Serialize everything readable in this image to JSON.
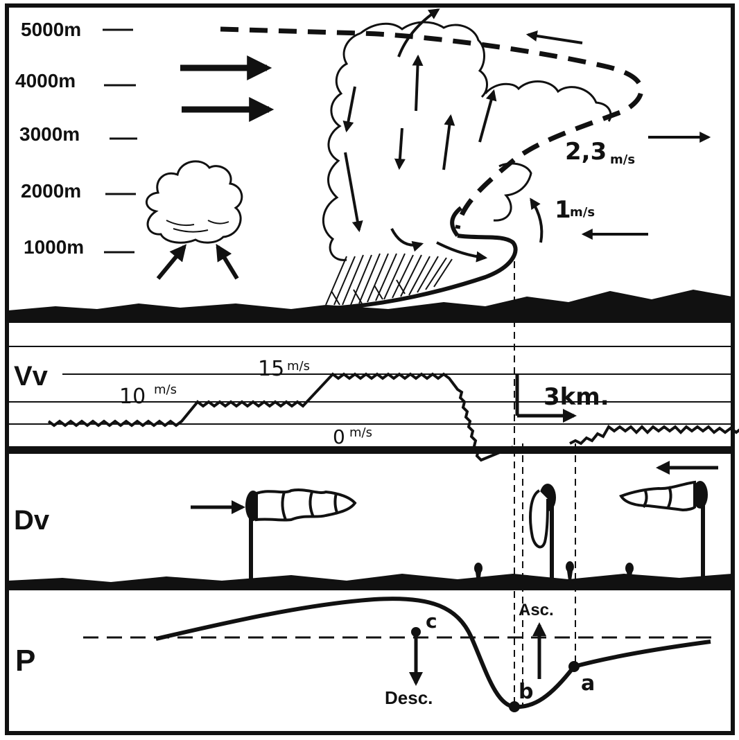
{
  "colors": {
    "ink": "#111111",
    "paper": "#ffffff"
  },
  "altitudes": {
    "a5000": "5000m",
    "a4000": "4000m",
    "a3000": "3000m",
    "a2000": "2000m",
    "a1000": "1000m"
  },
  "speeds": {
    "updraft": "2,3",
    "updraft_unit": "m/s",
    "inflow": "1",
    "inflow_unit": "m/s"
  },
  "wind_speed": {
    "label": "Vv",
    "v10": "10",
    "v10_unit": "m/s",
    "v15": "15",
    "v15_unit": "m/s",
    "v0": "0",
    "v0_unit": "m/s",
    "distance": "3km."
  },
  "wind_direction": {
    "label": "Dv"
  },
  "pressure": {
    "label": "P",
    "point_a": "a",
    "point_b": "b",
    "point_c": "c",
    "ascent": "Asc.",
    "descent": "Desc."
  },
  "icons": [
    "wind-arrow-icon",
    "windsock-icon",
    "cloud-icon",
    "rain-icon"
  ]
}
